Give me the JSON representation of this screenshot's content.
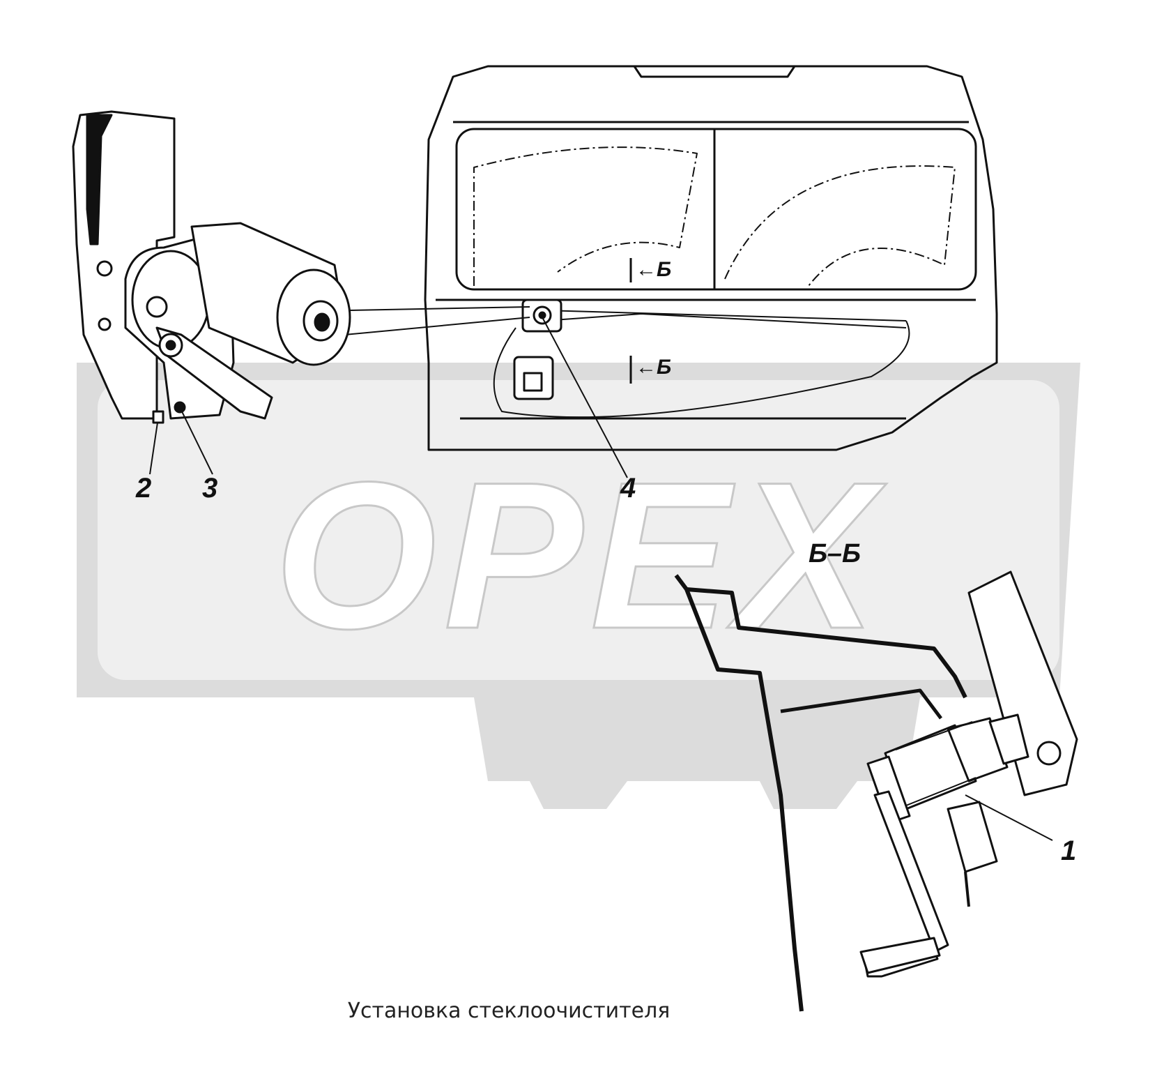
{
  "watermark": {
    "text": "OPEX",
    "color": "#d9d9d9"
  },
  "callouts": [
    {
      "id": "1",
      "label": "1"
    },
    {
      "id": "2",
      "label": "2"
    },
    {
      "id": "3",
      "label": "3"
    },
    {
      "id": "4",
      "label": "4"
    }
  ],
  "section": {
    "mark_upper": "Б",
    "mark_lower": "Б",
    "view_label": "Б–Б"
  },
  "caption": "Установка стеклоочистителя",
  "colors": {
    "line": "#111111",
    "background": "#ffffff"
  }
}
